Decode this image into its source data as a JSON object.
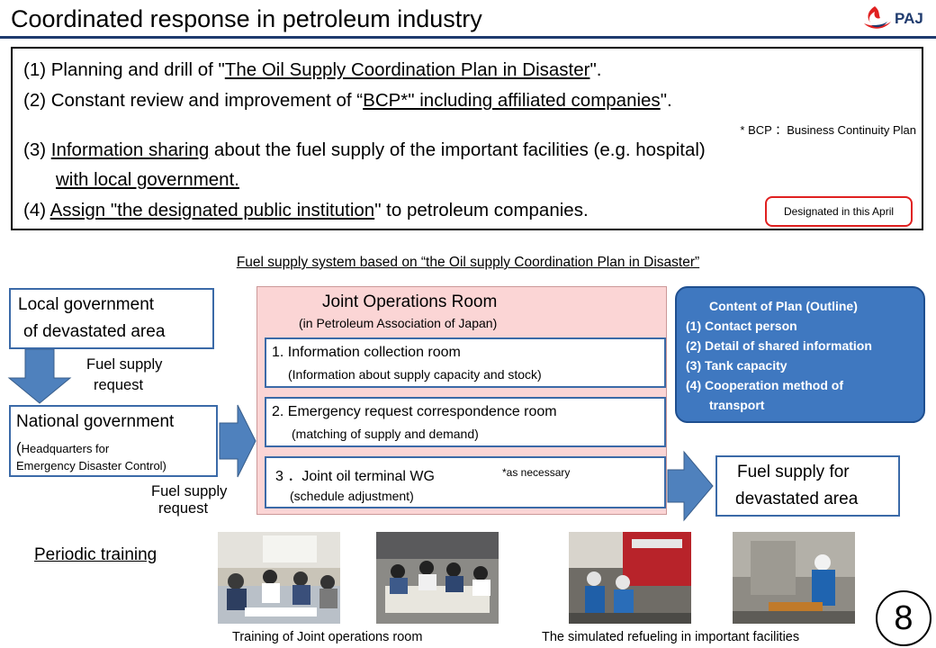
{
  "header": {
    "title": "Coordinated response in petroleum industry",
    "logo_text": "PAJ"
  },
  "policies": {
    "p1_prefix": "(1) Planning and drill of \"",
    "p1_link": "The Oil Supply Coordination Plan in Disaster",
    "p1_suffix": "\".",
    "p2_prefix": "(2) Constant review and improvement of “",
    "p2_link": "BCP*\" including affiliated companies",
    "p2_suffix": "\".",
    "bcp_note": "* BCP ：Business Continuity Plan",
    "p3_prefix": "(3) ",
    "p3_link": "Information sharing",
    "p3_suffix": " about the fuel supply of the important facilities (e.g. hospital)",
    "p3_line2": "with local government.",
    "p4_prefix": "(4) ",
    "p4_link": "Assign \"the designated public institution",
    "p4_suffix": "\" to petroleum companies.",
    "designated_badge": "Designated in this April"
  },
  "diagram": {
    "subtitle": "Fuel supply system based on “the Oil supply Coordination Plan in Disaster”",
    "local_gov_line1": "Local government",
    "local_gov_line2": "of devastated area",
    "fuel_request_1_line1": "Fuel supply",
    "fuel_request_1_line2": "request",
    "national_gov_line1": "National government",
    "national_gov_line2_paren": "(",
    "national_gov_line2": "Headquarters for",
    "national_gov_line3": "Emergency Disaster Control)",
    "fuel_request_2_line1": "Fuel supply",
    "fuel_request_2_line2": "request",
    "jor_title": "Joint Operations Room",
    "jor_subtitle": "(in Petroleum Association of Japan)",
    "room1_title": "1. Information collection room",
    "room1_sub": "(Information about supply capacity and stock)",
    "room2_title": "2. Emergency request correspondence room",
    "room2_sub": "(matching of supply and demand)",
    "room3_title": "3 ．Joint oil terminal WG",
    "room3_note": "*as necessary",
    "room3_sub": "(schedule adjustment)",
    "fuel_area_line1": "Fuel supply for",
    "fuel_area_line2": "devastated area",
    "outline_title": "Content of  Plan (Outline)",
    "outline_items": [
      "(1) Contact person",
      "(2) Detail of shared information",
      "(3) Tank capacity",
      "(4) Cooperation method of",
      "transport"
    ]
  },
  "training": {
    "label": "Periodic training",
    "caption_left": "Training of Joint operations room",
    "caption_right": "The simulated refueling in important facilities"
  },
  "page_number": "8",
  "colors": {
    "accent_blue": "#3b6aa8",
    "outline_blue": "#3f78c0",
    "jor_pink": "#fbd5d5",
    "badge_red": "#e02020",
    "title_rule": "#1f3b6e"
  }
}
